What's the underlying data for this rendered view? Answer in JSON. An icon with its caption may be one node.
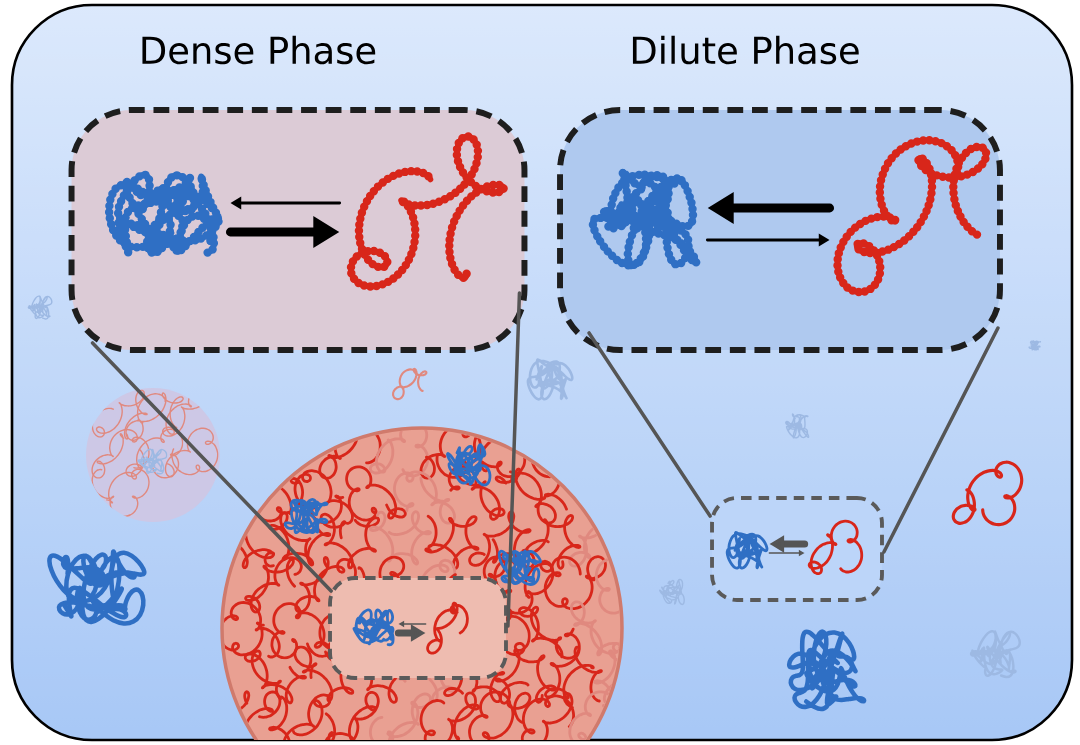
{
  "diagram": {
    "nodes": [
      {
        "text": [
          "Dense Phase"
        ]
      },
      {
        "text": [],
        "shape": "picture",
        "in": 0
      },
      {
        "text": [],
        "shape": "picture",
        "in": 0
      },
      {
        "text": [
          "Dilute Phase"
        ]
      },
      {
        "text": [],
        "shape": "picture",
        "in": 3
      },
      {
        "text": [],
        "shape": "picture",
        "in": 3
      },
      {
        "text": [],
        "shape": "box"
      },
      {
        "text": [],
        "shape": "picture",
        "in": 6
      },
      {
        "text": [],
        "shape": "picture",
        "in": 6
      },
      {
        "text": [],
        "shape": "box"
      },
      {
        "text": [],
        "shape": "picture",
        "in": 9
      },
      {
        "text": [],
        "shape": "picture",
        "in": 9
      }
    ],
    "edges": [
      {
        "from": 2,
        "to": 1,
        "arrow": "to",
        "color": "#000000"
      },
      {
        "from": 1,
        "to": 2,
        "arrow": "to",
        "style": "thick",
        "color": "#000000"
      },
      {
        "from": 5,
        "to": 4,
        "arrow": "to",
        "style": "thick",
        "color": "#000000"
      },
      {
        "from": 4,
        "to": 5,
        "arrow": "to",
        "color": "#000000"
      },
      {
        "from": 8,
        "to": 7,
        "arrow": "to"
      },
      {
        "from": 7,
        "to": 8,
        "arrow": "to",
        "style": "thick"
      },
      {
        "from": 11,
        "to": 10,
        "arrow": "to",
        "style": "thick"
      },
      {
        "from": 10,
        "to": 11,
        "arrow": "to"
      },
      {
        "from": 0,
        "to": 6,
        "arrow": "none"
      },
      {
        "from": 0,
        "to": 6,
        "arrow": "none"
      },
      {
        "from": 3,
        "to": 9,
        "arrow": "none"
      },
      {
        "from": 3,
        "to": 9,
        "arrow": "none"
      }
    ]
  }
}
